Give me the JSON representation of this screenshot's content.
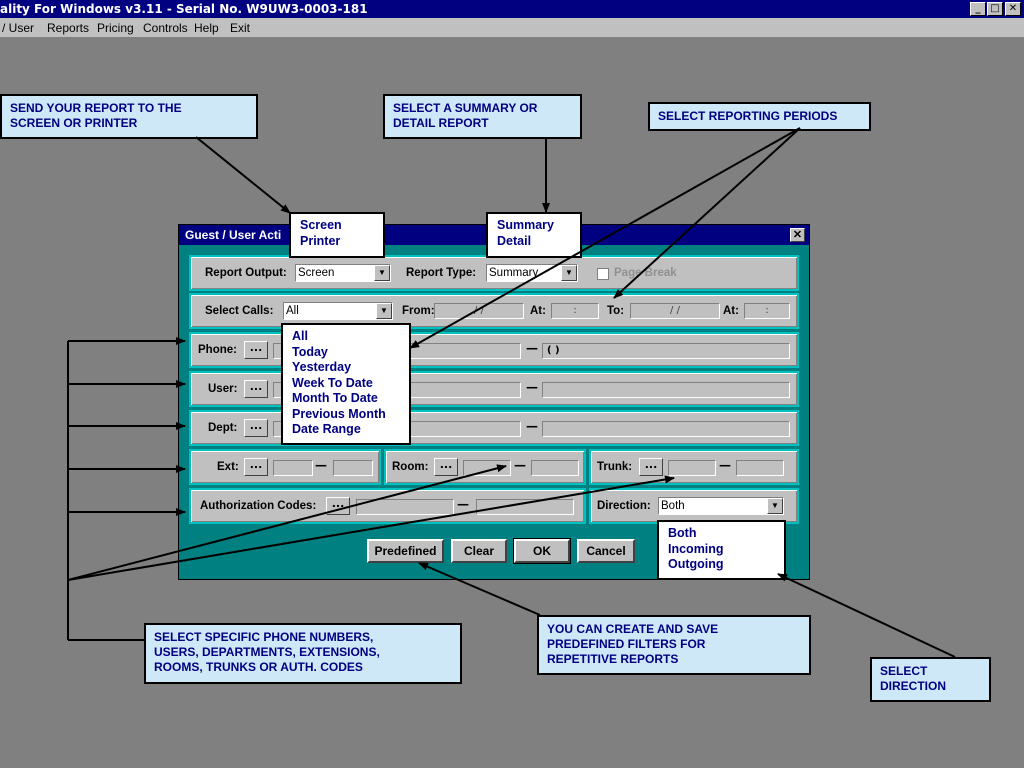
{
  "window": {
    "title": "ality For Windows v3.11 - Serial No. W9UW3-0003-181",
    "buttons": [
      "_",
      "□",
      "✕"
    ]
  },
  "menu": [
    "/ User",
    "Reports",
    "Pricing",
    "Controls",
    "Help",
    "Exit"
  ],
  "dialog": {
    "title": "Guest / User Acti",
    "close": "✕",
    "report_output_label": "Report Output:",
    "report_output_value": "Screen",
    "report_type_label": "Report Type:",
    "report_type_value": "Summary",
    "page_break_label": "Page Break",
    "select_calls_label": "Select Calls:",
    "select_calls_value": "All",
    "from_label": "From:",
    "from_value": "/     /",
    "at1_label": "At:",
    "at1_value": ":",
    "to_label": "To:",
    "to_value": "/     /",
    "at2_label": "At:",
    "at2_value": ":",
    "phone_label": "Phone:",
    "phone_to_value": "(     )",
    "user_label": "User:",
    "dept_label": "Dept:",
    "ext_label": "Ext:",
    "room_label": "Room:",
    "trunk_label": "Trunk:",
    "auth_label": "Authorization Codes:",
    "direction_label": "Direction:",
    "direction_value": "Both",
    "ellipsis": "...",
    "dash": "—",
    "buttons": {
      "predefined": "Predefined",
      "clear": "Clear",
      "ok": "OK",
      "cancel": "Cancel"
    }
  },
  "popups": {
    "output": [
      "Screen",
      "Printer"
    ],
    "type": [
      "Summary",
      "Detail"
    ],
    "calls": [
      "All",
      "Today",
      "Yesterday",
      "Week To Date",
      "Month To Date",
      "Previous Month",
      "Date Range"
    ],
    "direction": [
      "Both",
      "Incoming",
      "Outgoing"
    ]
  },
  "notes": {
    "send": [
      "SEND YOUR REPORT TO THE",
      "SCREEN OR PRINTER"
    ],
    "summary": [
      "SELECT A SUMMARY OR",
      "DETAIL REPORT"
    ],
    "periods": [
      "SELECT REPORTING PERIODS"
    ],
    "specific": [
      "SELECT SPECIFIC PHONE NUMBERS,",
      "USERS, DEPARTMENTS, EXTENSIONS,",
      "ROOMS, TRUNKS OR AUTH. CODES"
    ],
    "predefined": [
      "YOU CAN CREATE AND SAVE",
      "PREDEFINED FILTERS FOR",
      "REPETITIVE REPORTS"
    ],
    "direction": [
      "SELECT",
      "DIRECTION"
    ]
  },
  "colors": {
    "desktop": "#808080",
    "titlebar": "#000080",
    "dialog_bg": "#008080",
    "panel": "#c0c0c0",
    "note_bg": "#cfe8f8",
    "note_text": "#000080"
  }
}
